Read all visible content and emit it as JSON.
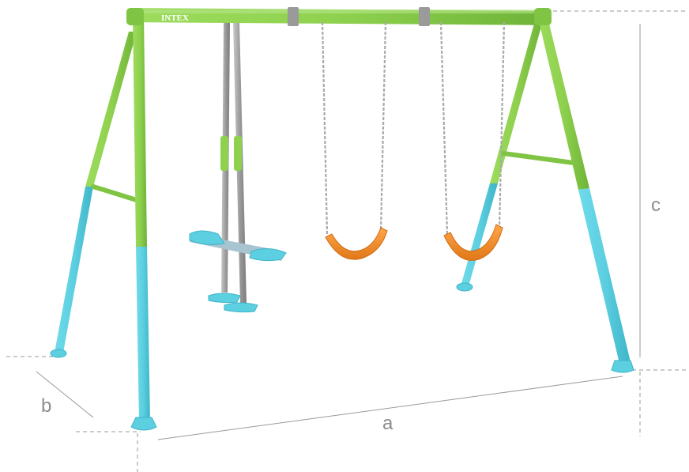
{
  "product": {
    "brand_text": "INTEX"
  },
  "dimensions": {
    "a_label": "a",
    "b_label": "b",
    "c_label": "c"
  },
  "colors": {
    "frame_green": "#8fd14f",
    "frame_green_dark": "#6eb338",
    "leg_blue": "#5ccfe0",
    "leg_blue_dark": "#3eb5c8",
    "seat_orange": "#f28c28",
    "chain_gray": "#a9a9a9",
    "dimension_line": "#9a9a9a",
    "label_gray": "#8c8c8c"
  }
}
